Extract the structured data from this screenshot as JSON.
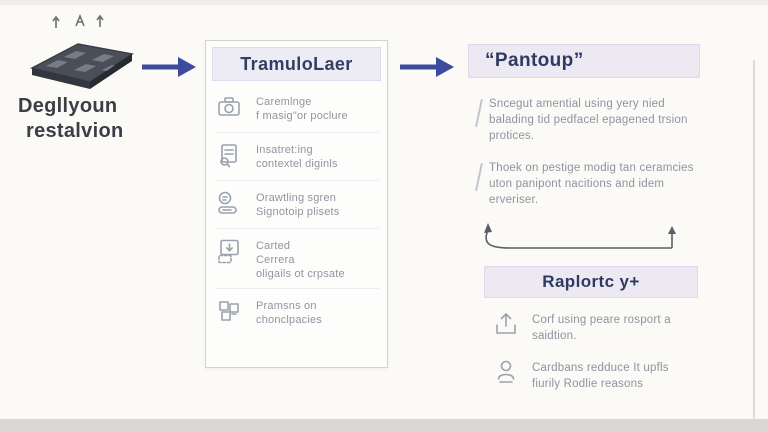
{
  "device": {
    "label_line1": "Degllyoun",
    "label_line2": "restalvion"
  },
  "middle_panel": {
    "title": "TramuloLaer",
    "items": [
      {
        "icon": "camera-icon",
        "lines": [
          "Caremlnge",
          "f masig\"or poclure"
        ]
      },
      {
        "icon": "document-search-icon",
        "lines": [
          "Insatret:ing",
          "contextel diginls"
        ]
      },
      {
        "icon": "signature-icon",
        "lines": [
          "Orawtling sgren",
          "Signotoip plisets"
        ]
      },
      {
        "icon": "id-card-icon",
        "lines": [
          "Carted",
          "Cerrera",
          "oligails ot crpsate"
        ]
      },
      {
        "icon": "blocks-icon",
        "lines": [
          "Pramsns on",
          "chonclpacies"
        ]
      }
    ]
  },
  "right_panel": {
    "title": "“Pantoup”",
    "paragraphs": [
      "Sncegut amential using yery nied balading tid pedfacel epagened trsion protices.",
      "Thoek on pestige modig tan ceramcies uton panipont nacitions and idem erveriser."
    ]
  },
  "report_panel": {
    "title": "Raplortc y+",
    "items": [
      {
        "icon": "upload-icon",
        "lines": [
          "Corf using peare rosport a",
          "saidtion."
        ]
      },
      {
        "icon": "person-icon",
        "lines": [
          "Cardbans redduce It upfls",
          "fiurily Rodlie reasons"
        ]
      }
    ]
  },
  "colors": {
    "arrow_blue": "#3c4b9e",
    "header_lavender": "#ece9f3",
    "heading_navy": "#2f3a63",
    "body_grey": "#8d93a0"
  }
}
